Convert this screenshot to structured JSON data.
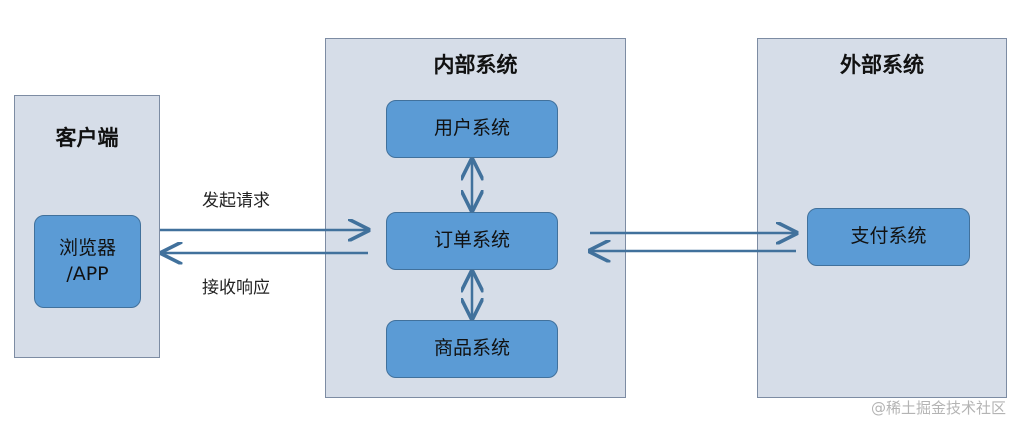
{
  "client": {
    "title": "客户端",
    "browser_line1": "浏览器",
    "browser_line2": "/APP"
  },
  "internal": {
    "title": "内部系统",
    "user_system": "用户系统",
    "order_system": "订单系统",
    "product_system": "商品系统"
  },
  "external": {
    "title": "外部系统",
    "payment_system": "支付系统"
  },
  "labels": {
    "request": "发起请求",
    "response": "接收响应"
  },
  "watermark": "@稀土掘金技术社区",
  "colors": {
    "panel_fill": "#d6dde8",
    "node_fill": "#5b9bd5",
    "arrow": "#41719c"
  }
}
